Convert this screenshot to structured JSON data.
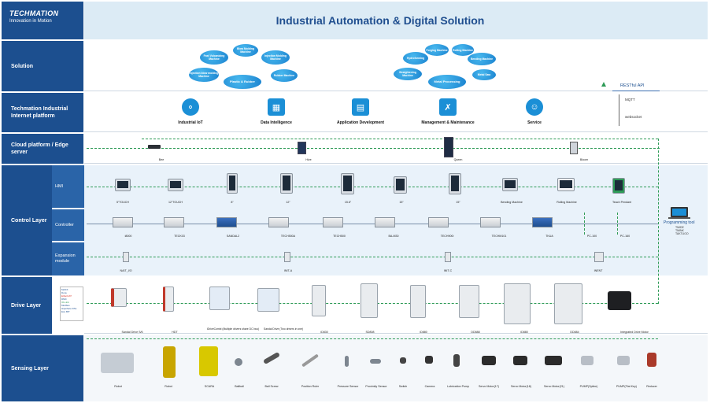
{
  "header": {
    "logo_name": "TECHMATION",
    "logo_tagline": "Innovation in Motion",
    "title": "Industrial Automation & Digital Solution"
  },
  "lanes": {
    "solution": "Solution",
    "platform": "Techmation Industrial Internet platform",
    "cloud": "Cloud platform / Edge server",
    "control": "Control Layer",
    "drive": "Drive Layer",
    "sensing": "Sensing Layer"
  },
  "sublanes": {
    "hmi": "HMI",
    "controller": "Controller",
    "expansion": "Expansion module"
  },
  "solution_clouds": [
    "Plastic & Rubber",
    "Blow Molding Machine",
    "Injection Molding Machine",
    "Fast Vulcanizing Machine",
    "Injection blow molding Machine",
    "Rubber Machine",
    "Metal Processing",
    "Forging Machine",
    "Rolling Machine",
    "Hydroforming",
    "Bending Machine",
    "Straightening Machine",
    "Metal Saw"
  ],
  "protocols": [
    "RESTful API",
    "MQTT",
    "websocket"
  ],
  "platform_items": [
    {
      "label": "Industrial IoT",
      "icon": "iot-icon"
    },
    {
      "label": "Data Intelligence",
      "icon": "data-intelligence-icon"
    },
    {
      "label": "Application Development",
      "icon": "app-development-icon"
    },
    {
      "label": "Management & Maintenance",
      "icon": "maintenance-icon"
    },
    {
      "label": "Service",
      "icon": "service-icon"
    }
  ],
  "cloud_devices": [
    "Bee",
    "Hive",
    "Queen",
    "Bloom"
  ],
  "hmi_items": [
    "5\"TOUCH",
    "12\"TOUCH",
    "8\"",
    "12\"",
    "15.6\"",
    "15\"",
    "15\"",
    "Bending Machine",
    "Rolling Machine",
    "Teach Pendant"
  ],
  "controller_items": [
    "i8000",
    "TECK03",
    "SANDAL2",
    "TECH500A",
    "TECH500",
    "BA-M30",
    "TECH900i",
    "TECHM101",
    "TKUA",
    "PC-100",
    "PC-160"
  ],
  "expansion_items": [
    "NAIT_I/O",
    "INIT-A",
    "INIT-C",
    "INENT"
  ],
  "programming_tool": {
    "title": "Programming tool",
    "lines": [
      "TMIDE",
      "TMINK",
      "TAKTUOO"
    ]
  },
  "drive_items": [
    "Sandal Drive S/6",
    "HDT",
    "iDriveCombi (Multiple drivers share DC bus)",
    "Sandal Drive (Two drivers in one)",
    "iD830",
    "SD808",
    "iD880",
    "DD888",
    "iD880",
    "DD884",
    "Integrated Drive Motor"
  ],
  "drive_legend": [
    "MAXX",
    "Dora",
    "EtherCAT",
    "DMC",
    "IO-Link",
    "Modbus",
    "Hiperface DSL",
    "Eco BIT"
  ],
  "sensing_items": [
    "Robot",
    "Robot",
    "SCARA",
    "Ballball",
    "Ball Screw",
    "Position Ruler",
    "Pressure Sensor",
    "Proximity Sensor",
    "Switch",
    "Camera",
    "Lubrication Pump",
    "Servo Motor(17)",
    "Servo Motor(18)",
    "Servo Motor(21)",
    "PUMP(Spline)",
    "PUMP(Flat Key)",
    "Reducer"
  ],
  "colors": {
    "header_bg": "#dcebf5",
    "lane_bg": "#1c4f8f",
    "band_bg": "#e9f2fa",
    "accent": "#1b8fd6"
  }
}
